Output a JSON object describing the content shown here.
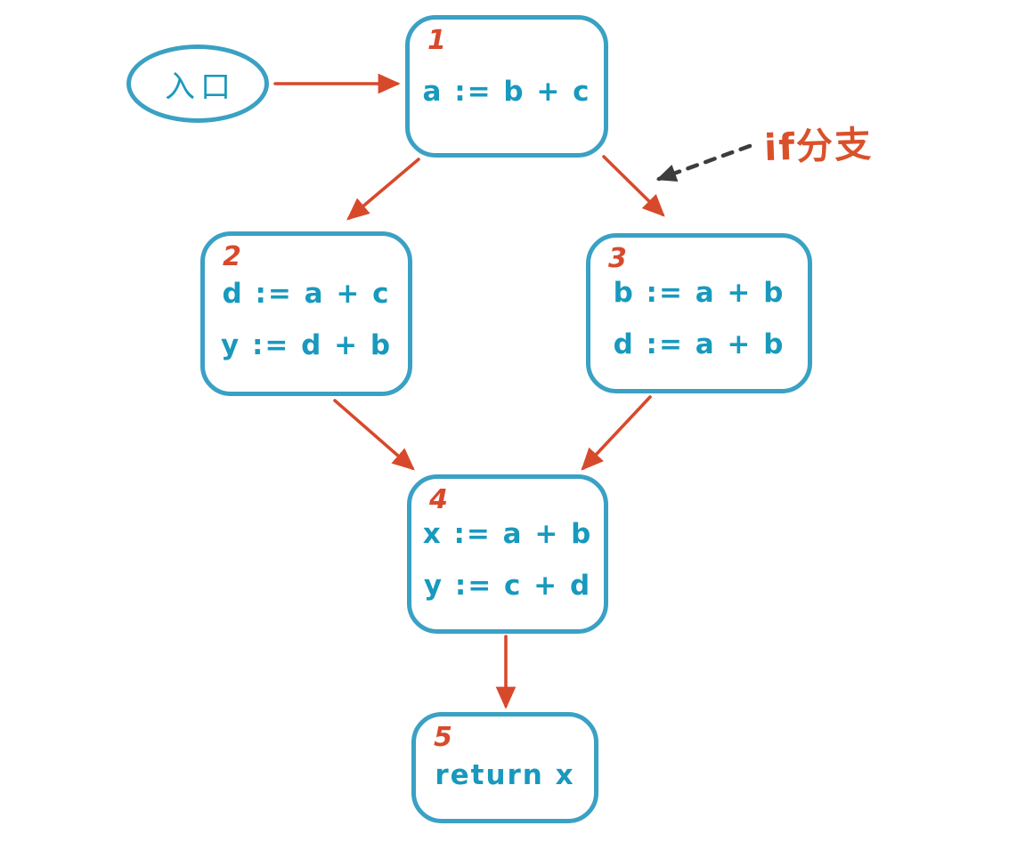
{
  "colors": {
    "node_border": "#3aa1c4",
    "code_text": "#1899bd",
    "edge": "#d8492b",
    "number": "#d8492b",
    "annotation_text": "#d9512b",
    "annotation_arrow": "#3d3d3d",
    "background": "#ffffff"
  },
  "entry": {
    "label": "入口"
  },
  "nodes": [
    {
      "id": "1",
      "lines": [
        "a := b + c"
      ]
    },
    {
      "id": "2",
      "lines": [
        "d := a + c",
        "y := d + b"
      ]
    },
    {
      "id": "3",
      "lines": [
        "b := a + b",
        "d := a + b"
      ]
    },
    {
      "id": "4",
      "lines": [
        "x := a + b",
        "y := c + d"
      ]
    },
    {
      "id": "5",
      "lines": [
        "return x"
      ]
    }
  ],
  "annotation": {
    "text": "if分支"
  }
}
